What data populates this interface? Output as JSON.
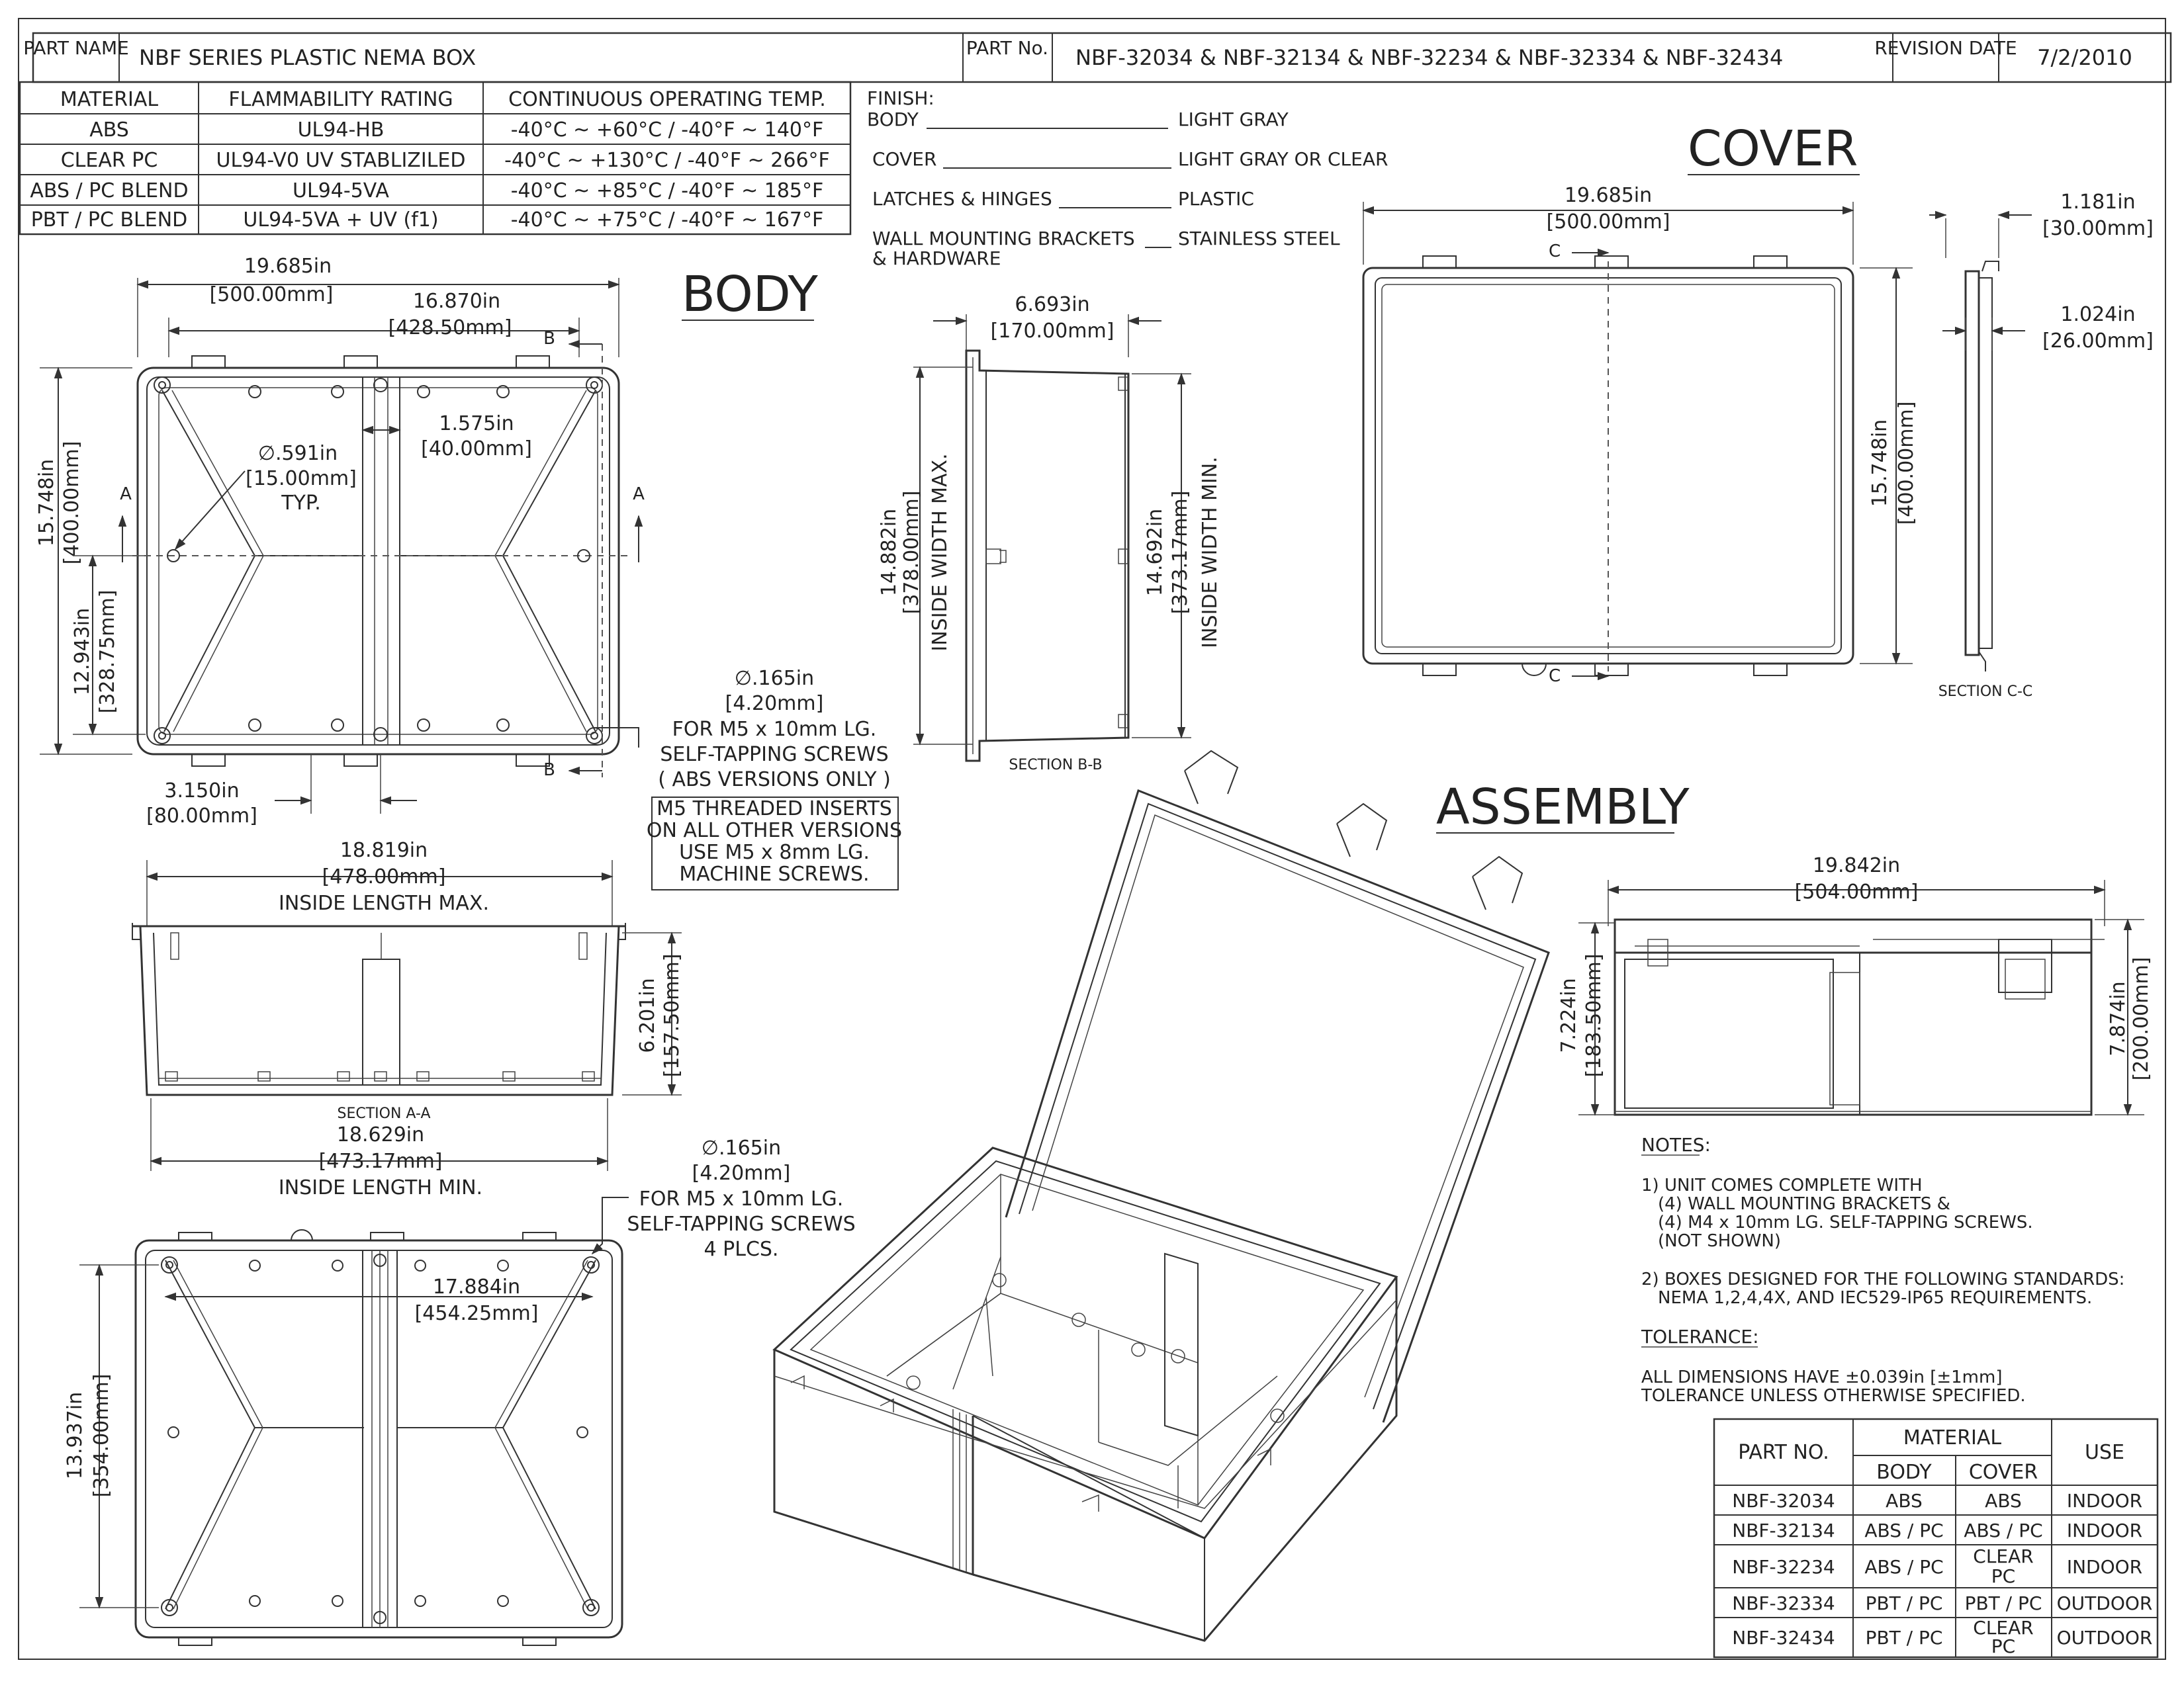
{
  "title_block": {
    "part_name_label": "PART NAME",
    "part_name": "NBF SERIES PLASTIC NEMA BOX",
    "part_no_label": "PART No.",
    "part_no": "NBF-32034 & NBF-32134 & NBF-32234 & NBF-32334 & NBF-32434",
    "revision_label": "REVISION DATE",
    "revision_date": "7/2/2010"
  },
  "material_table": {
    "headers": [
      "MATERIAL",
      "FLAMMABILITY RATING",
      "CONTINUOUS OPERATING TEMP."
    ],
    "rows": [
      [
        "ABS",
        "UL94-HB",
        "-40°C ~ +60°C / -40°F ~ 140°F"
      ],
      [
        "CLEAR PC",
        "UL94-V0  UV STABLIZILED",
        "-40°C ~ +130°C / -40°F ~ 266°F"
      ],
      [
        "ABS / PC BLEND",
        "UL94-5VA",
        "-40°C ~ +85°C / -40°F ~ 185°F"
      ],
      [
        "PBT / PC BLEND",
        "UL94-5VA + UV (f1)",
        "-40°C ~ +75°C / -40°F ~ 167°F"
      ]
    ]
  },
  "finish": {
    "label": "FINISH:",
    "items": [
      {
        "part": "BODY",
        "value": "LIGHT GRAY"
      },
      {
        "part": "COVER",
        "value": "LIGHT GRAY OR CLEAR"
      },
      {
        "part": "LATCHES & HINGES",
        "value": "PLASTIC"
      },
      {
        "part": "WALL MOUNTING BRACKETS",
        "part2": "& HARDWARE",
        "value": "STAINLESS STEEL"
      }
    ]
  },
  "view_titles": {
    "body": "BODY",
    "cover": "COVER",
    "assembly": "ASSEMBLY"
  },
  "section_labels": {
    "a": "A",
    "b": "B",
    "c": "C",
    "aa": "SECTION A-A",
    "bb": "SECTION B-B",
    "cc": "SECTION C-C"
  },
  "body_dims": {
    "overall_w": {
      "in": "19.685in",
      "mm": "[500.00mm]"
    },
    "inner_w": {
      "in": "16.870in",
      "mm": "[428.50mm]"
    },
    "rib": {
      "in": "1.575in",
      "mm": "[40.00mm]"
    },
    "boss": {
      "in": "∅.591in",
      "mm": "[15.00mm]",
      "note": "TYP."
    },
    "overall_h": {
      "in": "15.748in",
      "mm": "[400.00mm]"
    },
    "inner_h": {
      "in": "12.943in",
      "mm": "[328.75mm]"
    },
    "offset": {
      "in": "3.150in",
      "mm": "[80.00mm]"
    }
  },
  "hole_note_1": {
    "dia": "∅.165in",
    "mm": "[4.20mm]",
    "lines": [
      "FOR M5 x 10mm LG.",
      "SELF-TAPPING SCREWS",
      "( ABS VERSIONS ONLY )"
    ],
    "box_lines": [
      "M5 THREADED INSERTS",
      "ON ALL OTHER VERSIONS",
      "USE M5 x 8mm LG.",
      "MACHINE SCREWS."
    ]
  },
  "section_bb_dims": {
    "width": {
      "in": "6.693in",
      "mm": "[170.00mm]"
    },
    "inside_max": {
      "in": "14.882in",
      "mm": "[378.00mm]",
      "label": "INSIDE WIDTH MAX."
    },
    "inside_min": {
      "in": "14.692in",
      "mm": "[373.17mm]",
      "label": "INSIDE WIDTH MIN."
    }
  },
  "section_aa_dims": {
    "inside_max": {
      "in": "18.819in",
      "mm": "[478.00mm]",
      "label": "INSIDE LENGTH MAX."
    },
    "depth": {
      "in": "6.201in",
      "mm": "[157.50mm]"
    },
    "inside_min": {
      "in": "18.629in",
      "mm": "[473.17mm]",
      "label": "INSIDE LENGTH MIN."
    }
  },
  "hole_note_2": {
    "dia": "∅.165in",
    "mm": "[4.20mm]",
    "lines": [
      "FOR M5 x 10mm LG.",
      "SELF-TAPPING SCREWS",
      "4 PLCS."
    ]
  },
  "bottom_dims": {
    "span": {
      "in": "17.884in",
      "mm": "[454.25mm]"
    },
    "height": {
      "in": "13.937in",
      "mm": "[354.00mm]"
    }
  },
  "cover_dims": {
    "width": {
      "in": "19.685in",
      "mm": "[500.00mm]"
    },
    "height": {
      "in": "15.748in",
      "mm": "[400.00mm]"
    },
    "thick1": {
      "in": "1.181in",
      "mm": "[30.00mm]"
    },
    "thick2": {
      "in": "1.024in",
      "mm": "[26.00mm]"
    }
  },
  "assembly_dims": {
    "width": {
      "in": "19.842in",
      "mm": "[504.00mm]"
    },
    "body_h": {
      "in": "7.224in",
      "mm": "[183.50mm]"
    },
    "total_h": {
      "in": "7.874in",
      "mm": "[200.00mm]"
    }
  },
  "notes": {
    "title": "NOTES:",
    "n1": [
      "1) UNIT COMES COMPLETE WITH",
      "(4) WALL MOUNTING BRACKETS &",
      "(4) M4 x 10mm LG. SELF-TAPPING SCREWS.",
      "(NOT SHOWN)"
    ],
    "n2": [
      "2) BOXES DESIGNED FOR THE FOLLOWING STANDARDS:",
      "NEMA 1,2,4,4X, AND IEC529-IP65 REQUIREMENTS."
    ],
    "tol_title": "TOLERANCE:",
    "tol": [
      "ALL DIMENSIONS HAVE ±0.039in [±1mm]",
      "TOLERANCE UNLESS OTHERWISE SPECIFIED."
    ]
  },
  "parts_table": {
    "h_part": "PART NO.",
    "h_material": "MATERIAL",
    "h_body": "BODY",
    "h_cover": "COVER",
    "h_use": "USE",
    "rows": [
      {
        "part": "NBF-32034",
        "body": "ABS",
        "cover": "ABS",
        "cover2": "",
        "use": "INDOOR"
      },
      {
        "part": "NBF-32134",
        "body": "ABS / PC",
        "cover": "ABS / PC",
        "cover2": "",
        "use": "INDOOR"
      },
      {
        "part": "NBF-32234",
        "body": "ABS / PC",
        "cover": "CLEAR",
        "cover2": "PC",
        "use": "INDOOR"
      },
      {
        "part": "NBF-32334",
        "body": "PBT / PC",
        "cover": "PBT / PC",
        "cover2": "",
        "use": "OUTDOOR"
      },
      {
        "part": "NBF-32434",
        "body": "PBT / PC",
        "cover": "CLEAR",
        "cover2": "PC",
        "use": "OUTDOOR"
      }
    ]
  }
}
